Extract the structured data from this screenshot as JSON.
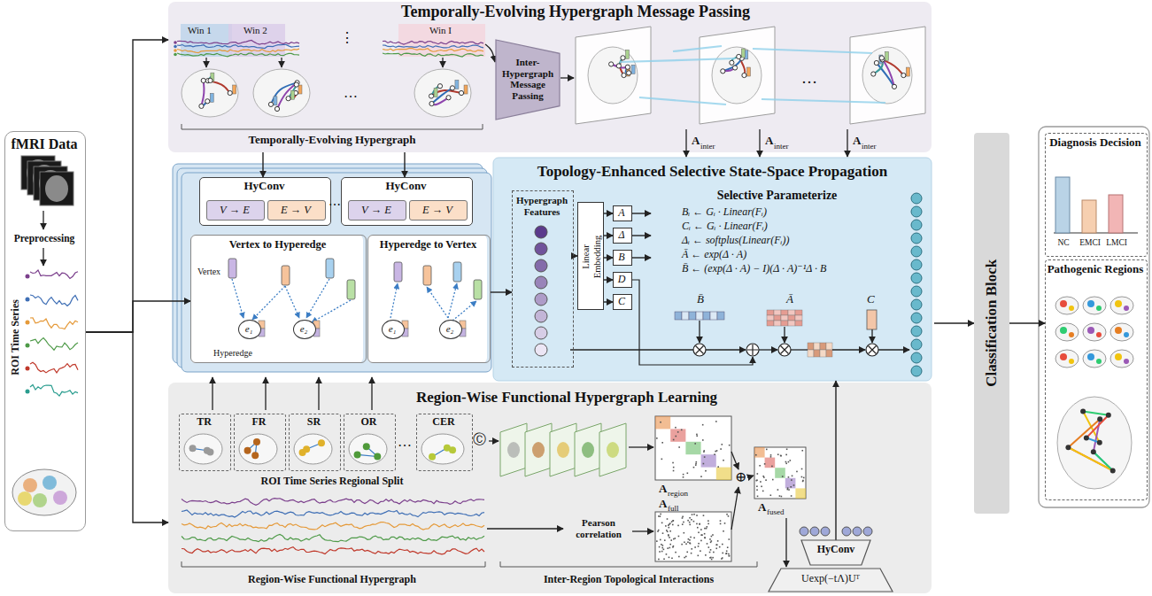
{
  "diagram": {
    "nodes": [
      {
        "text": [
          "fMRI Data",
          "Preprocessing",
          "ROI Time Series"
        ]
      },
      {
        "text": [
          "Temporally-Evolving Hypergraph Message Passing",
          "Temporally-Evolving Hypergraph"
        ]
      },
      {
        "text": [
          "Inter-Hypergraph Message Passing"
        ],
        "in": 1
      },
      {
        "text": [
          "Topology-Enhanced Selective State-Space Propagation"
        ]
      },
      {
        "text": [
          "Hypergraph Features"
        ],
        "in": 3
      },
      {
        "text": [
          "Linear",
          "Embedding"
        ],
        "in": 3
      },
      {
        "text": [
          "A"
        ],
        "in": 3
      },
      {
        "text": [
          "Δ"
        ],
        "in": 3
      },
      {
        "text": [
          "B"
        ],
        "in": 3
      },
      {
        "text": [
          "D"
        ],
        "in": 3
      },
      {
        "text": [
          "C"
        ],
        "in": 3
      },
      {
        "text": [
          "Selective Parameterize",
          "Bᵢ ← Gᵢ · Linear(Fᵢ)",
          "Cᵢ ← Gᵢ · Linear(Fᵢ)",
          "Δᵢ ← softplus(Linear(Fᵢ))",
          "Ā ← exp(Δ · A)",
          "B̄ ← (exp(Δ · A) − I)(Δ · A)⁻¹Δ · B"
        ],
        "in": 3
      },
      {
        "text": [
          "HyConv"
        ]
      },
      {
        "text": [
          "V → E"
        ],
        "in": 12
      },
      {
        "text": [
          "E → V"
        ],
        "in": 12
      },
      {
        "text": [
          "HyConv"
        ]
      },
      {
        "text": [
          "V → E"
        ],
        "in": 15
      },
      {
        "text": [
          "E → V"
        ],
        "in": 15
      },
      {
        "text": [
          "Vertex to Hyperedge",
          "Vertex",
          "Hyperedge"
        ]
      },
      {
        "text": [
          "e₁"
        ],
        "in": 18
      },
      {
        "text": [
          "e₂"
        ],
        "in": 18
      },
      {
        "text": [
          "Hyperedge to Vertex"
        ]
      },
      {
        "text": [
          "e₁"
        ],
        "in": 21
      },
      {
        "text": [
          "e₂"
        ],
        "in": 21
      },
      {
        "text": [
          "Region-Wise Functional Hypergraph Learning",
          "ROI Time Series Regional Split",
          "Region-Wise Functional Hypergraph",
          "Inter-Region Topological Interactions"
        ]
      },
      {
        "text": [
          "TR"
        ],
        "in": 24
      },
      {
        "text": [
          "FR"
        ],
        "in": 24
      },
      {
        "text": [
          "SR"
        ],
        "in": 24
      },
      {
        "text": [
          "OR"
        ],
        "in": 24
      },
      {
        "text": [
          "CER"
        ],
        "in": 24
      },
      {
        "text": [
          "HyConv"
        ],
        "in": 24
      },
      {
        "text": [
          "Uexp(−tΛ)Uᵀ"
        ],
        "in": 24
      },
      {
        "text": [
          "Classification Block"
        ]
      },
      {
        "text": [
          "Diagnosis Decision",
          "NC",
          "EMCI",
          "LMCI"
        ]
      },
      {
        "text": [
          "Pathogenic Regions"
        ]
      }
    ],
    "edges": [
      {
        "from": 0,
        "to": 1,
        "arrow": "to"
      },
      {
        "from": 0,
        "to": 18,
        "arrow": "to"
      },
      {
        "from": 0,
        "to": 24,
        "arrow": "to"
      },
      {
        "from": 1,
        "to": 12,
        "arrow": "to"
      },
      {
        "from": 1,
        "to": 15,
        "arrow": "to"
      },
      {
        "from": 21,
        "to": 4,
        "arrow": "to"
      },
      {
        "from": 4,
        "to": 5,
        "arrow": "to"
      },
      {
        "from": 5,
        "to": 6,
        "arrow": "to"
      },
      {
        "from": 5,
        "to": 7,
        "arrow": "to"
      },
      {
        "from": 5,
        "to": 8,
        "arrow": "to"
      },
      {
        "from": 5,
        "to": 9,
        "arrow": "to"
      },
      {
        "from": 5,
        "to": 10,
        "arrow": "to"
      },
      {
        "from": 6,
        "to": 11,
        "arrow": "to"
      },
      {
        "from": 7,
        "to": 11,
        "arrow": "to"
      },
      {
        "from": 8,
        "to": 11,
        "arrow": "to"
      },
      {
        "from": 30,
        "to": 3,
        "arrow": "to"
      },
      {
        "from": 3,
        "to": 32,
        "arrow": "to"
      },
      {
        "from": 32,
        "to": 34,
        "arrow": "to"
      }
    ],
    "labels": [
      "Win 1",
      "Win 2",
      "⋮",
      "Win I",
      "…",
      "…",
      "A",
      "inter",
      "A",
      "inter",
      "A",
      "inter",
      "⋯",
      "B̄",
      "Ā",
      "C",
      "…",
      "Ⓒ",
      "Pearson correlation",
      "A",
      "region",
      "A",
      "full",
      "⊕",
      "A",
      "fused"
    ]
  }
}
